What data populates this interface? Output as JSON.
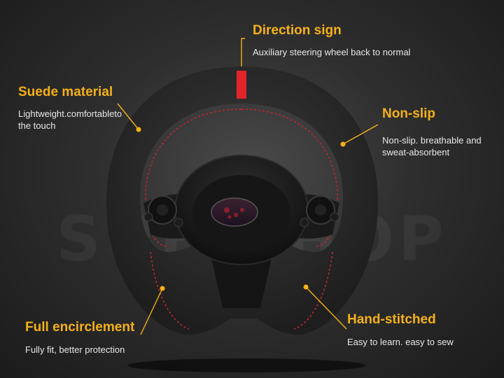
{
  "watermark_text": "SUBISHOP",
  "accent_color": "#f5b119",
  "stitch_color": "#c0262b",
  "marker_color": "#e3232b",
  "callouts": {
    "direction": {
      "title": "Direction sign",
      "desc": "Auxiliary steering wheel back to normal"
    },
    "suede": {
      "title": "Suede material",
      "desc_line1": "Lightweight.comfortableto",
      "desc_line2": "the touch"
    },
    "nonslip": {
      "title": "Non-slip",
      "desc_line1": "Non-slip. breathable and",
      "desc_line2": "sweat-absorbent"
    },
    "encirclement": {
      "title": "Full encirclement",
      "desc": "Fully fit, better protection"
    },
    "stitched": {
      "title": "Hand-stitched",
      "desc": "Easy to learn. easy to sew"
    }
  }
}
